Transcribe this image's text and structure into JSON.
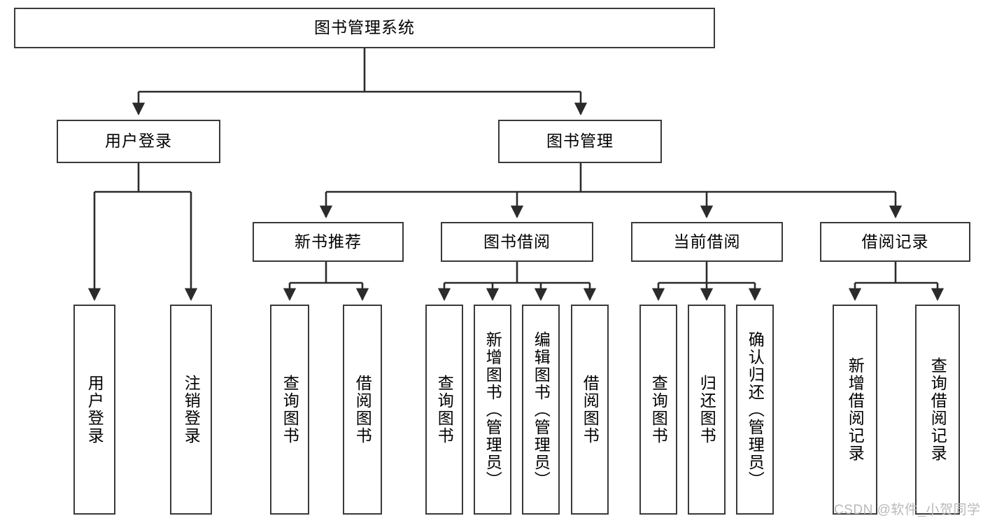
{
  "diagram": {
    "title": "图书管理系统",
    "type": "tree",
    "watermark": "CSDN @软件_小贺同学",
    "colors": {
      "box_border": "#3a3a3a",
      "box_fill": "#ffffff",
      "edge": "#2b2b2b",
      "text": "#000000",
      "watermark": "#b9b9b9",
      "background": "#ffffff"
    },
    "root": {
      "label": "图书管理系统",
      "orientation": "horizontal"
    },
    "level2": [
      {
        "id": "user-login",
        "label": "用户登录",
        "orientation": "horizontal"
      },
      {
        "id": "book-manage",
        "label": "图书管理",
        "orientation": "horizontal"
      }
    ],
    "level3": [
      {
        "id": "new-book-recommend",
        "label": "新书推荐",
        "orientation": "horizontal",
        "parent": "book-manage"
      },
      {
        "id": "book-borrow",
        "label": "图书借阅",
        "orientation": "horizontal",
        "parent": "book-manage"
      },
      {
        "id": "current-borrow",
        "label": "当前借阅",
        "orientation": "horizontal",
        "parent": "book-manage"
      },
      {
        "id": "borrow-record",
        "label": "借阅记录",
        "orientation": "horizontal",
        "parent": "book-manage"
      }
    ],
    "leaves": {
      "user-login": [
        {
          "id": "leaf-user-login",
          "label": "用户登录",
          "orientation": "vertical"
        },
        {
          "id": "leaf-logout",
          "label": "注销登录",
          "orientation": "vertical"
        }
      ],
      "new-book-recommend": [
        {
          "id": "leaf-query-book-1",
          "label": "查询图书",
          "orientation": "vertical"
        },
        {
          "id": "leaf-borrow-book-1",
          "label": "借阅图书",
          "orientation": "vertical"
        }
      ],
      "book-borrow": [
        {
          "id": "leaf-query-book-2",
          "label": "查询图书",
          "orientation": "vertical"
        },
        {
          "id": "leaf-add-book",
          "label": "新增图书（管理员）",
          "orientation": "vertical"
        },
        {
          "id": "leaf-edit-book",
          "label": "编辑图书（管理员）",
          "orientation": "vertical"
        },
        {
          "id": "leaf-borrow-book-2",
          "label": "借阅图书",
          "orientation": "vertical"
        }
      ],
      "current-borrow": [
        {
          "id": "leaf-query-book-3",
          "label": "查询图书",
          "orientation": "vertical"
        },
        {
          "id": "leaf-return-book",
          "label": "归还图书",
          "orientation": "vertical"
        },
        {
          "id": "leaf-confirm-return",
          "label": "确认归还（管理员）",
          "orientation": "vertical"
        }
      ],
      "borrow-record": [
        {
          "id": "leaf-add-record",
          "label": "新增借阅记录",
          "orientation": "vertical"
        },
        {
          "id": "leaf-query-record",
          "label": "查询借阅记录",
          "orientation": "vertical"
        }
      ]
    }
  }
}
